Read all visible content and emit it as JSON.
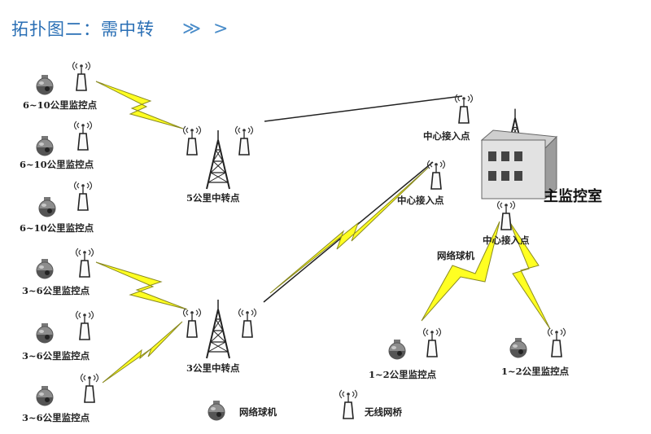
{
  "header": {
    "title": "拓扑图二：需中转",
    "chevron": "≫ >"
  },
  "labels": {
    "site_6_10": "6~10公里监控点",
    "site_3_6": "3~6公里监控点",
    "site_1_2": "1~2公里监控点",
    "relay_5": "5公里中转点",
    "relay_3": "3公里中转点",
    "center_access": "中心接入点",
    "main_room": "主监控室",
    "dome_camera": "网络球机"
  },
  "legend": {
    "camera": "网络球机",
    "bridge": "无线网桥"
  },
  "colors": {
    "title": "#2a6fb5",
    "bolt": "#ffff22",
    "bolt_edge": "#8a8a20",
    "line": "#222222"
  }
}
